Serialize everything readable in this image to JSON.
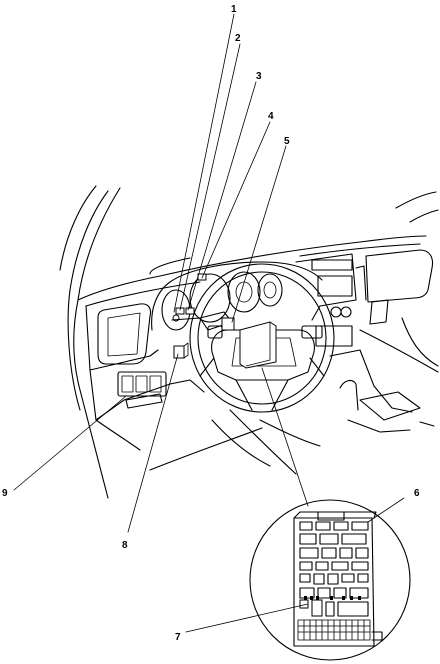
{
  "callouts": [
    {
      "id": "1",
      "label": "1"
    },
    {
      "id": "2",
      "label": "2"
    },
    {
      "id": "3",
      "label": "3"
    },
    {
      "id": "4",
      "label": "4"
    },
    {
      "id": "5",
      "label": "5"
    },
    {
      "id": "6",
      "label": "6"
    },
    {
      "id": "7",
      "label": "7"
    },
    {
      "id": "8",
      "label": "8"
    },
    {
      "id": "9",
      "label": "9"
    }
  ],
  "colors": {
    "ink": "#000000",
    "background": "#ffffff"
  }
}
